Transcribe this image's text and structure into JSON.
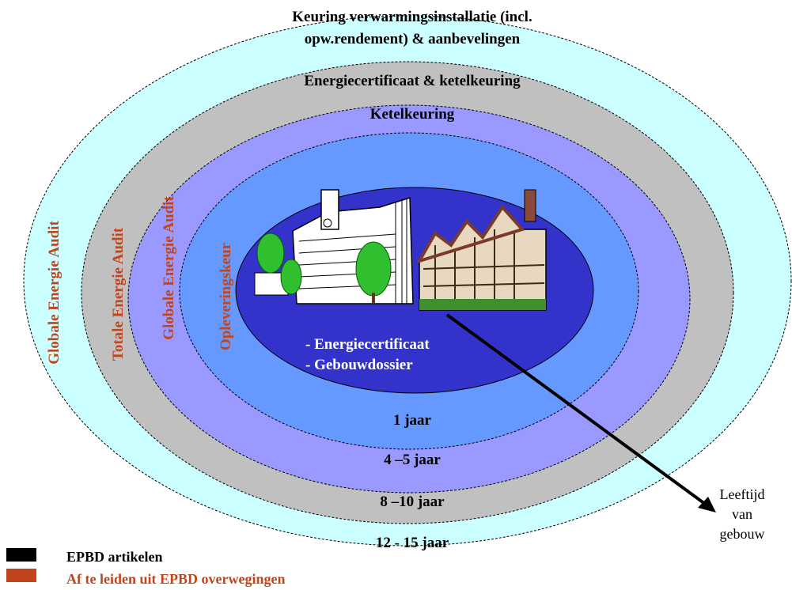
{
  "rings": {
    "outer": {
      "title_line1": "Keuring verwarmingsinstallatie (incl.",
      "title_line2": "opw.rendement) & aanbevelingen",
      "side": "Globale Energie Audit",
      "period": "12 - 15 jaar",
      "color": "#ccffff"
    },
    "second": {
      "title": "Energiecertificaat & ketelkeuring",
      "side": "Totale Energie Audit",
      "period": "8 –10 jaar",
      "color": "#c0c0c0"
    },
    "third": {
      "title": "Ketelkeuring",
      "side": "Globale Energie Audit",
      "period": "4 –5 jaar",
      "color": "#9999ff"
    },
    "fourth": {
      "side": "Opleveringskeur",
      "period": "1 jaar",
      "color": "#6699ff"
    },
    "core": {
      "item1": "- Energiecertificaat",
      "item2": "- Gebouwdossier",
      "color": "#3333cc"
    }
  },
  "arrow_label": {
    "line1": "Leeftijd",
    "line2": "van",
    "line3": "gebouw"
  },
  "legend": {
    "epbd": "EPBD artikelen",
    "derived": "Af te leiden uit EPBD overwegingen",
    "epbd_color": "#000000",
    "derived_color": "#c0441c"
  }
}
